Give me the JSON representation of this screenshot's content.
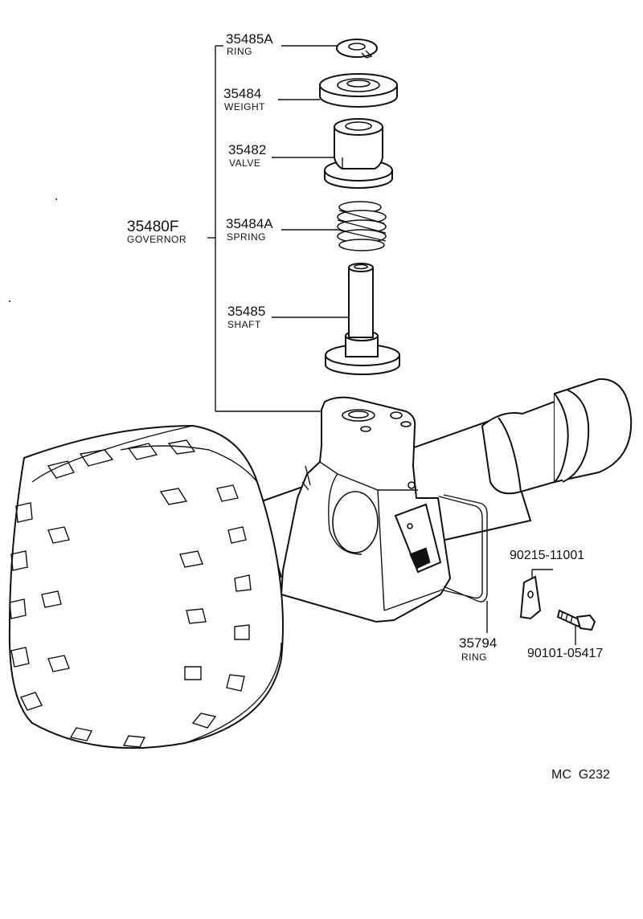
{
  "diagram": {
    "drawing_code": "MC  G232",
    "assembly": {
      "number": "35480F",
      "name": "GOVERNOR"
    },
    "parts": [
      {
        "number": "35485A",
        "name": "RING"
      },
      {
        "number": "35484",
        "name": "WEIGHT"
      },
      {
        "number": "35482",
        "name": "VALVE"
      },
      {
        "number": "35484A",
        "name": "SPRING"
      },
      {
        "number": "35485",
        "name": "SHAFT"
      },
      {
        "number": "35794",
        "name": "RING"
      },
      {
        "number": "90215-11001",
        "name": ""
      },
      {
        "number": "90101-05417",
        "name": ""
      }
    ]
  }
}
